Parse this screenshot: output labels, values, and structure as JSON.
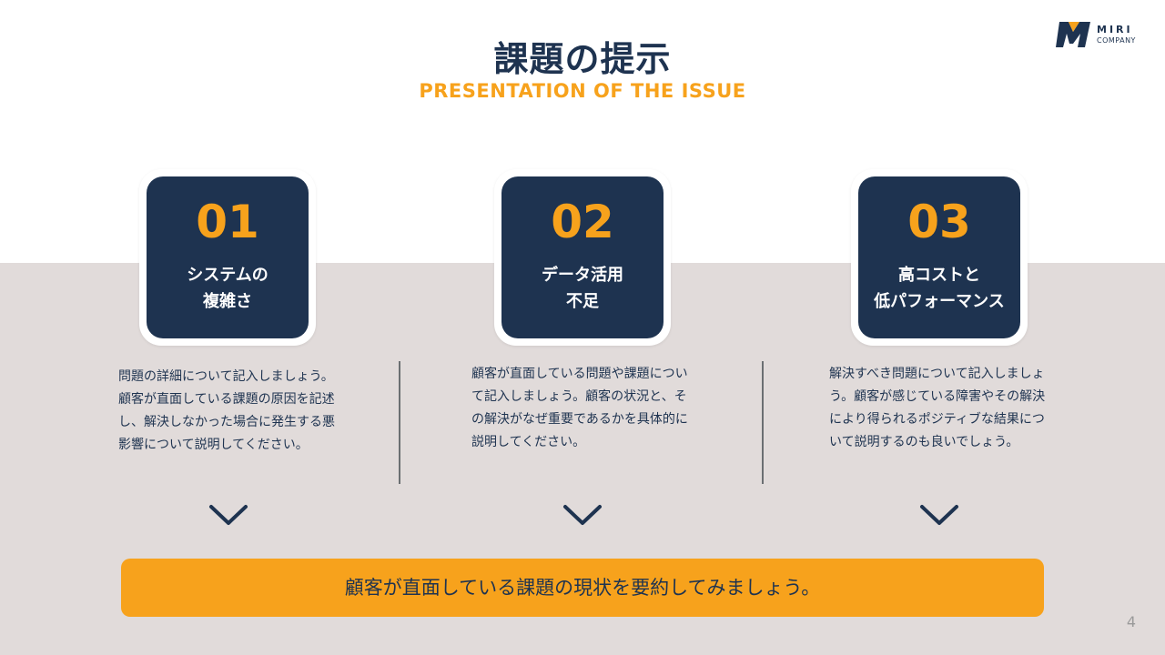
{
  "slide": {
    "title": "課題の提示",
    "subtitle": "PRESENTATION OF THE ISSUE",
    "page_number": "4"
  },
  "logo": {
    "mark": "M",
    "name": "MIRI",
    "sub": "COMPANY"
  },
  "cards": [
    {
      "number": "01",
      "label": "システムの\n複雑さ",
      "description": "問題の詳細について記入しましょう。顧客が直面している課題の原因を記述し、解決しなかった場合に発生する悪影響について説明してください。"
    },
    {
      "number": "02",
      "label": "データ活用\n不足",
      "description": "顧客が直面している問題や課題について記入しましょう。顧客の状況と、その解決がなぜ重要であるかを具体的に説明してください。"
    },
    {
      "number": "03",
      "label": "高コストと\n低パフォーマンス",
      "description": "解決すべき問題について記入しましょう。顧客が感じている障害やその解決により得られるポジティブな結果について説明するのも良いでしょう。"
    }
  ],
  "summary": {
    "text": "顧客が直面している課題の現状を要約してみましょう。"
  },
  "colors": {
    "navy": "#1e3350",
    "accent": "#f7a21c",
    "lower_background": "#e1dbda",
    "white": "#ffffff"
  },
  "icons": {
    "chevron": "chevron-down-icon",
    "logo": "logo-mark-icon"
  }
}
